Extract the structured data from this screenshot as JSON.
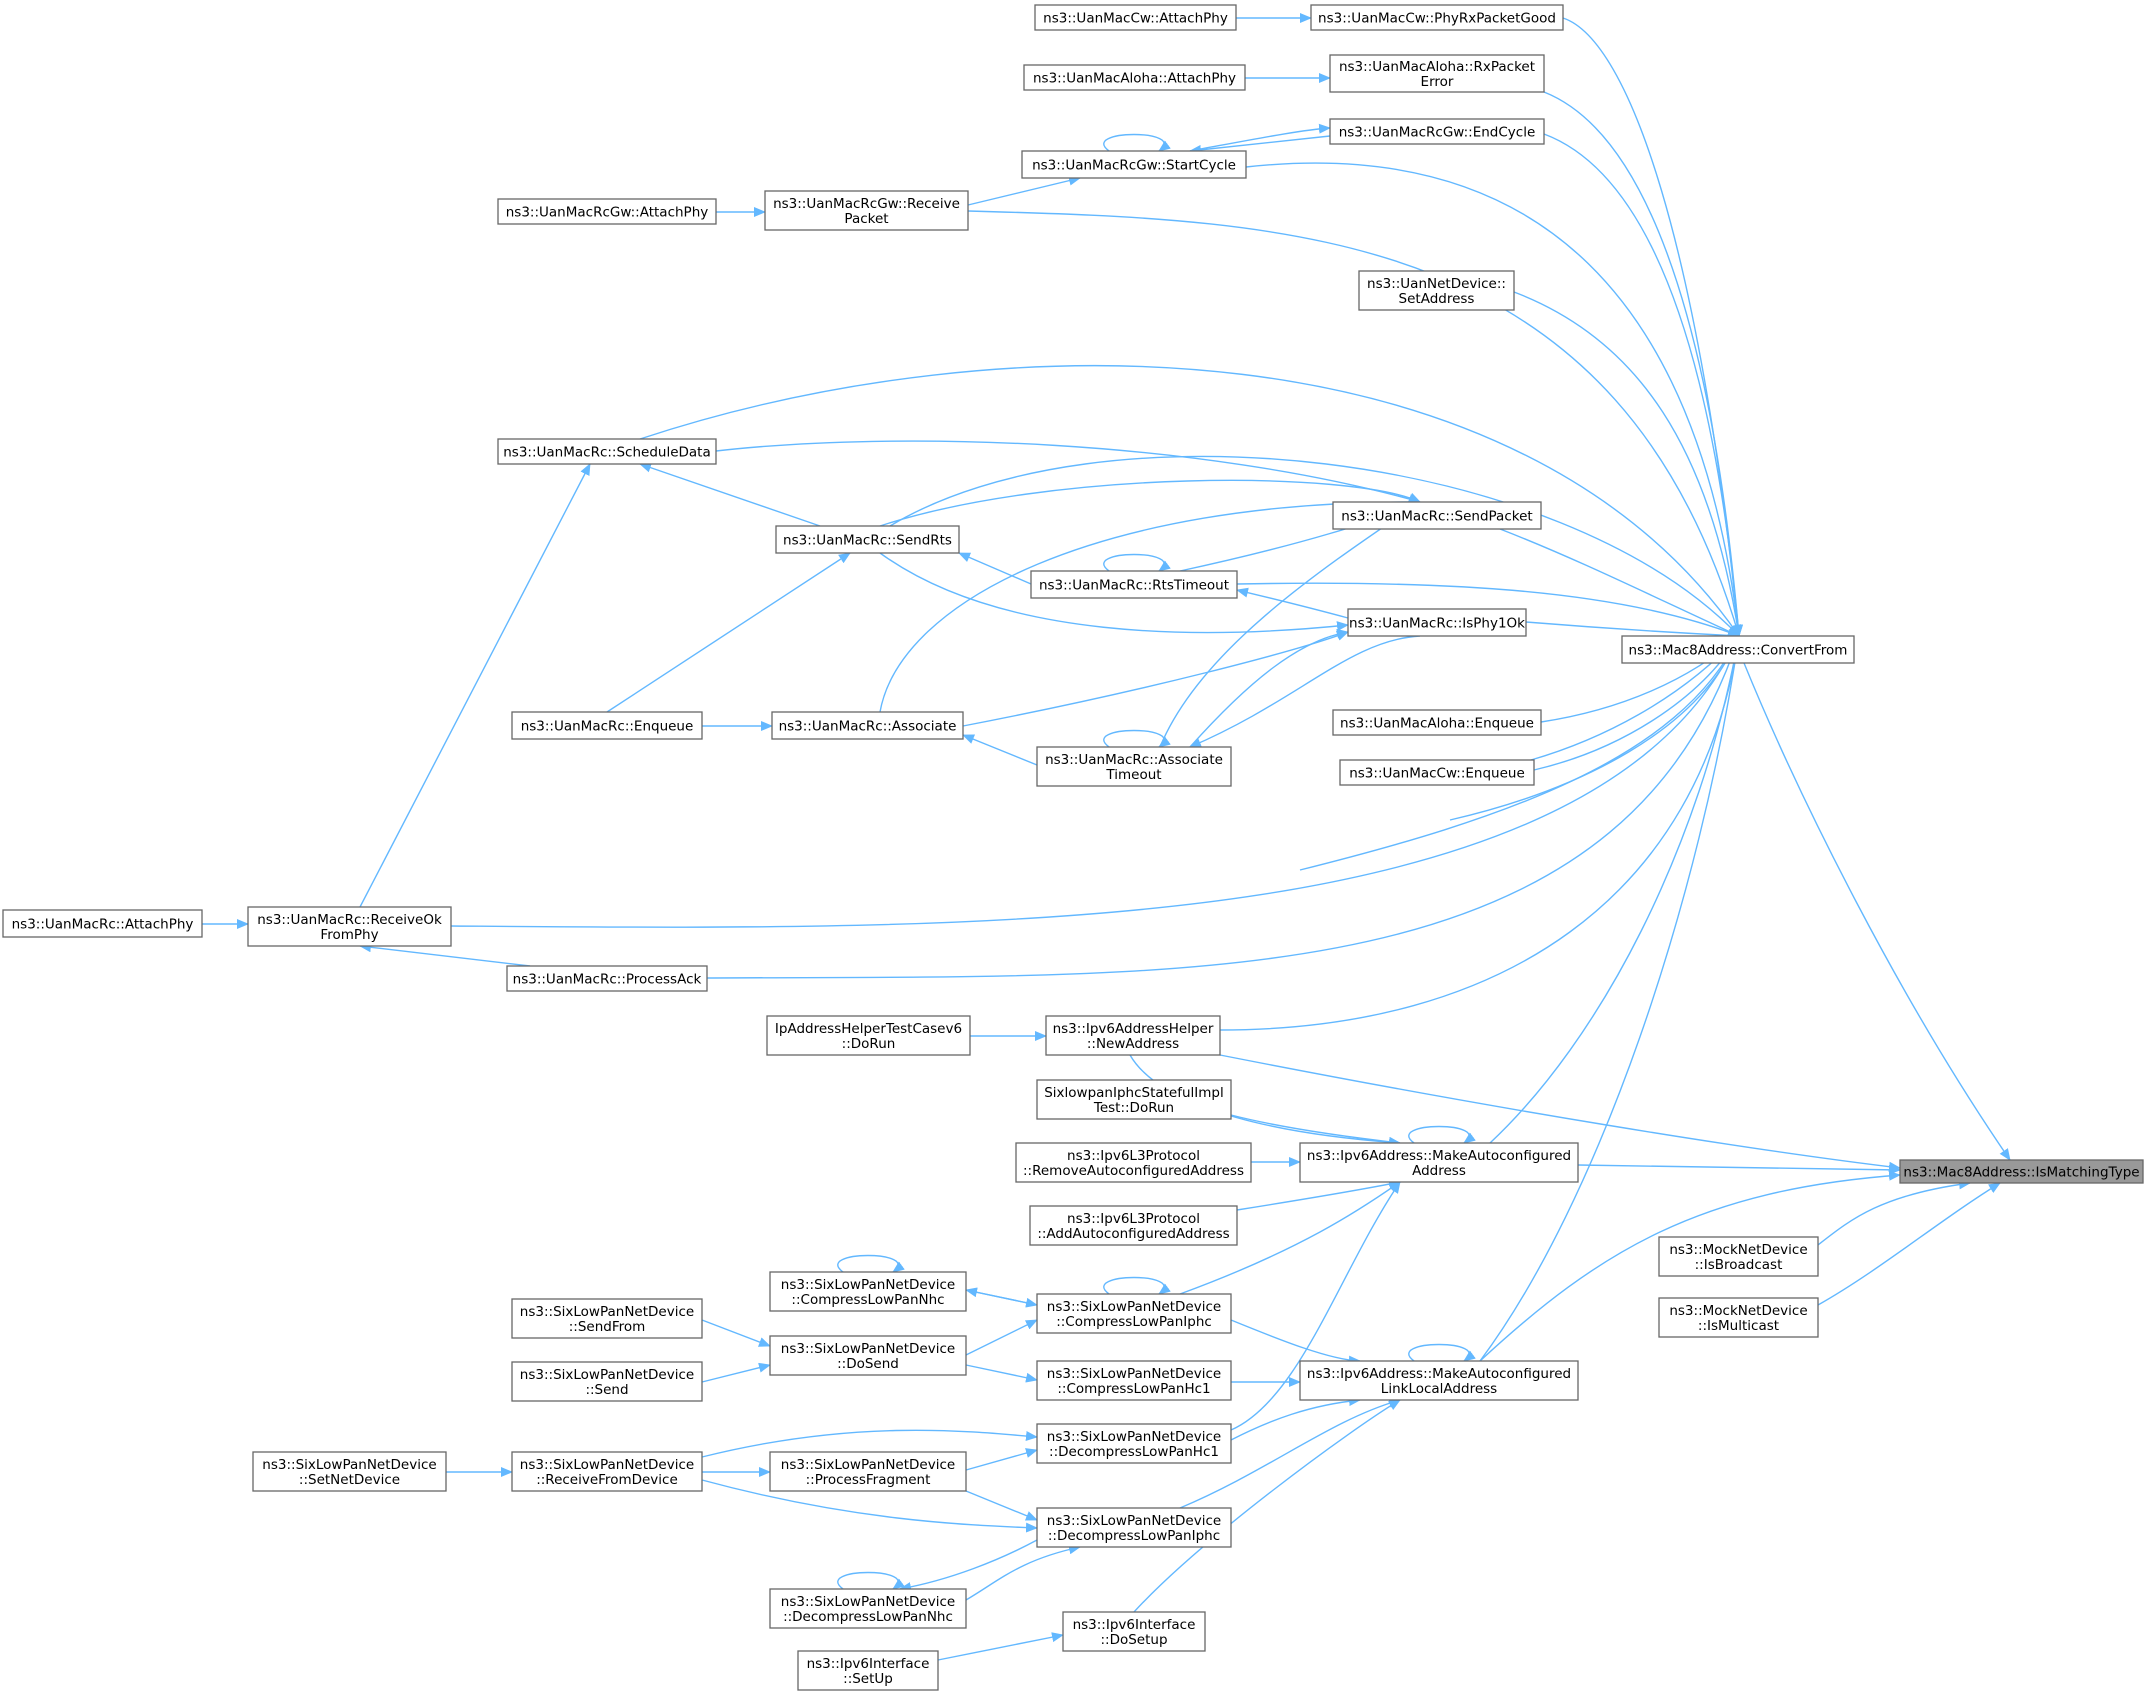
{
  "diagram": {
    "edge_color": "#63b8ff",
    "node_border_color": "#666666",
    "root_fill_color": "#999999",
    "nodes": [
      {
        "id": "n0",
        "lines": [
          "ns3::Mac8Address::IsMatchingType"
        ],
        "root": true
      },
      {
        "id": "n1",
        "lines": [
          "ns3::Mac8Address::ConvertFrom"
        ]
      },
      {
        "id": "n2",
        "lines": [
          "ns3::UanMacCw::PhyRxPacketGood"
        ]
      },
      {
        "id": "n3",
        "lines": [
          "ns3::UanMacCw::AttachPhy"
        ]
      },
      {
        "id": "n4",
        "lines": [
          "ns3::UanMacAloha::RxPacket",
          "Error"
        ]
      },
      {
        "id": "n5",
        "lines": [
          "ns3::UanMacAloha::AttachPhy"
        ]
      },
      {
        "id": "n6",
        "lines": [
          "ns3::UanMacRcGw::EndCycle"
        ]
      },
      {
        "id": "n7",
        "lines": [
          "ns3::UanMacRcGw::StartCycle"
        ]
      },
      {
        "id": "n8",
        "lines": [
          "ns3::UanMacRcGw::Receive",
          "Packet"
        ]
      },
      {
        "id": "n9",
        "lines": [
          "ns3::UanMacRcGw::AttachPhy"
        ]
      },
      {
        "id": "n10",
        "lines": [
          "ns3::UanNetDevice::",
          "SetAddress"
        ]
      },
      {
        "id": "n11",
        "lines": [
          "ns3::UanMacRc::ScheduleData"
        ]
      },
      {
        "id": "n12",
        "lines": [
          "ns3::UanMacRc::SendPacket"
        ]
      },
      {
        "id": "n13",
        "lines": [
          "ns3::UanMacRc::SendRts"
        ]
      },
      {
        "id": "n14",
        "lines": [
          "ns3::UanMacRc::RtsTimeout"
        ]
      },
      {
        "id": "n15",
        "lines": [
          "ns3::UanMacRc::IsPhy1Ok"
        ]
      },
      {
        "id": "n16",
        "lines": [
          "ns3::UanMacRc::Enqueue"
        ]
      },
      {
        "id": "n17",
        "lines": [
          "ns3::UanMacRc::Associate"
        ]
      },
      {
        "id": "n18",
        "lines": [
          "ns3::UanMacAloha::Enqueue"
        ]
      },
      {
        "id": "n19",
        "lines": [
          "ns3::UanMacRc::Associate",
          "Timeout"
        ]
      },
      {
        "id": "n20",
        "lines": [
          "ns3::UanMacCw::Enqueue"
        ]
      },
      {
        "id": "n21",
        "lines": [
          "ns3::UanMacRc::AttachPhy"
        ]
      },
      {
        "id": "n22",
        "lines": [
          "ns3::UanMacRc::ReceiveOk",
          "FromPhy"
        ]
      },
      {
        "id": "n23",
        "lines": [
          "ns3::UanMacRc::ProcessAck"
        ]
      },
      {
        "id": "n24",
        "lines": [
          "IpAddressHelperTestCasev6",
          "::DoRun"
        ]
      },
      {
        "id": "n25",
        "lines": [
          "ns3::Ipv6AddressHelper",
          "::NewAddress"
        ]
      },
      {
        "id": "n26",
        "lines": [
          "SixlowpanIphcStatefulImpl",
          "Test::DoRun"
        ]
      },
      {
        "id": "n27",
        "lines": [
          "ns3::Ipv6L3Protocol",
          "::RemoveAutoconfiguredAddress"
        ]
      },
      {
        "id": "n28",
        "lines": [
          "ns3::Ipv6Address::MakeAutoconfigured",
          "Address"
        ]
      },
      {
        "id": "n29",
        "lines": [
          "ns3::Ipv6L3Protocol",
          "::AddAutoconfiguredAddress"
        ]
      },
      {
        "id": "n30",
        "lines": [
          "ns3::MockNetDevice",
          "::IsBroadcast"
        ]
      },
      {
        "id": "n31",
        "lines": [
          "ns3::MockNetDevice",
          "::IsMulticast"
        ]
      },
      {
        "id": "n32",
        "lines": [
          "ns3::SixLowPanNetDevice",
          "::CompressLowPanNhc"
        ]
      },
      {
        "id": "n33",
        "lines": [
          "ns3::SixLowPanNetDevice",
          "::CompressLowPanIphc"
        ]
      },
      {
        "id": "n34",
        "lines": [
          "ns3::SixLowPanNetDevice",
          "::SendFrom"
        ]
      },
      {
        "id": "n35",
        "lines": [
          "ns3::SixLowPanNetDevice",
          "::DoSend"
        ]
      },
      {
        "id": "n36",
        "lines": [
          "ns3::SixLowPanNetDevice",
          "::Send"
        ]
      },
      {
        "id": "n37",
        "lines": [
          "ns3::SixLowPanNetDevice",
          "::CompressLowPanHc1"
        ]
      },
      {
        "id": "n38",
        "lines": [
          "ns3::Ipv6Address::MakeAutoconfigured",
          "LinkLocalAddress"
        ]
      },
      {
        "id": "n39",
        "lines": [
          "ns3::SixLowPanNetDevice",
          "::DecompressLowPanHc1"
        ]
      },
      {
        "id": "n40",
        "lines": [
          "ns3::SixLowPanNetDevice",
          "::SetNetDevice"
        ]
      },
      {
        "id": "n41",
        "lines": [
          "ns3::SixLowPanNetDevice",
          "::ReceiveFromDevice"
        ]
      },
      {
        "id": "n42",
        "lines": [
          "ns3::SixLowPanNetDevice",
          "::ProcessFragment"
        ]
      },
      {
        "id": "n43",
        "lines": [
          "ns3::SixLowPanNetDevice",
          "::DecompressLowPanIphc"
        ]
      },
      {
        "id": "n44",
        "lines": [
          "ns3::SixLowPanNetDevice",
          "::DecompressLowPanNhc"
        ]
      },
      {
        "id": "n45",
        "lines": [
          "ns3::Ipv6Interface",
          "::DoSetup"
        ]
      },
      {
        "id": "n46",
        "lines": [
          "ns3::Ipv6Interface",
          "::SetUp"
        ]
      }
    ],
    "edges": [
      {
        "from": "n1",
        "to": "n0"
      },
      {
        "from": "n25",
        "to": "n0"
      },
      {
        "from": "n28",
        "to": "n0"
      },
      {
        "from": "n38",
        "to": "n0"
      },
      {
        "from": "n30",
        "to": "n0"
      },
      {
        "from": "n31",
        "to": "n0"
      },
      {
        "from": "n2",
        "to": "n1"
      },
      {
        "from": "n4",
        "to": "n1"
      },
      {
        "from": "n6",
        "to": "n1"
      },
      {
        "from": "n7",
        "to": "n1"
      },
      {
        "from": "n8",
        "to": "n1"
      },
      {
        "from": "n10",
        "to": "n1"
      },
      {
        "from": "n11",
        "to": "n1"
      },
      {
        "from": "n12",
        "to": "n1"
      },
      {
        "from": "n13",
        "to": "n1"
      },
      {
        "from": "n14",
        "to": "n1"
      },
      {
        "from": "n15",
        "to": "n1"
      },
      {
        "from": "n17",
        "to": "n1"
      },
      {
        "from": "n16",
        "to": "n1"
      },
      {
        "from": "n18",
        "to": "n1"
      },
      {
        "from": "n19",
        "to": "n1"
      },
      {
        "from": "n20",
        "to": "n1"
      },
      {
        "from": "n22",
        "to": "n1"
      },
      {
        "from": "n23",
        "to": "n1"
      },
      {
        "from": "n25",
        "to": "n1"
      },
      {
        "from": "n28",
        "to": "n1"
      },
      {
        "from": "n38",
        "to": "n1"
      },
      {
        "from": "n3",
        "to": "n2"
      },
      {
        "from": "n5",
        "to": "n4"
      },
      {
        "from": "n7",
        "to": "n6"
      },
      {
        "from": "n6",
        "to": "n7"
      },
      {
        "from": "n7",
        "to": "n7"
      },
      {
        "from": "n8",
        "to": "n7"
      },
      {
        "from": "n9",
        "to": "n8"
      },
      {
        "from": "n22",
        "to": "n11"
      },
      {
        "from": "n13",
        "to": "n11"
      },
      {
        "from": "n11",
        "to": "n12"
      },
      {
        "from": "n13",
        "to": "n12"
      },
      {
        "from": "n14",
        "to": "n12"
      },
      {
        "from": "n17",
        "to": "n12"
      },
      {
        "from": "n19",
        "to": "n12"
      },
      {
        "from": "n16",
        "to": "n13"
      },
      {
        "from": "n14",
        "to": "n13"
      },
      {
        "from": "n14",
        "to": "n14"
      },
      {
        "from": "n15",
        "to": "n14"
      },
      {
        "from": "n13",
        "to": "n15"
      },
      {
        "from": "n17",
        "to": "n15"
      },
      {
        "from": "n19",
        "to": "n15"
      },
      {
        "from": "n16",
        "to": "n17"
      },
      {
        "from": "n19",
        "to": "n17"
      },
      {
        "from": "n15",
        "to": "n19"
      },
      {
        "from": "n19",
        "to": "n19"
      },
      {
        "from": "n21",
        "to": "n22"
      },
      {
        "from": "n23",
        "to": "n22"
      },
      {
        "from": "n24",
        "to": "n25"
      },
      {
        "from": "n25",
        "to": "n28"
      },
      {
        "from": "n26",
        "to": "n28"
      },
      {
        "from": "n27",
        "to": "n28"
      },
      {
        "from": "n28",
        "to": "n28"
      },
      {
        "from": "n29",
        "to": "n28"
      },
      {
        "from": "n33",
        "to": "n28"
      },
      {
        "from": "n39",
        "to": "n28"
      },
      {
        "from": "n33",
        "to": "n32"
      },
      {
        "from": "n32",
        "to": "n32"
      },
      {
        "from": "n32",
        "to": "n33"
      },
      {
        "from": "n33",
        "to": "n33"
      },
      {
        "from": "n35",
        "to": "n33"
      },
      {
        "from": "n34",
        "to": "n35"
      },
      {
        "from": "n36",
        "to": "n35"
      },
      {
        "from": "n35",
        "to": "n37"
      },
      {
        "from": "n33",
        "to": "n38"
      },
      {
        "from": "n37",
        "to": "n38"
      },
      {
        "from": "n38",
        "to": "n38"
      },
      {
        "from": "n39",
        "to": "n38"
      },
      {
        "from": "n43",
        "to": "n38"
      },
      {
        "from": "n45",
        "to": "n38"
      },
      {
        "from": "n41",
        "to": "n39"
      },
      {
        "from": "n42",
        "to": "n39"
      },
      {
        "from": "n40",
        "to": "n41"
      },
      {
        "from": "n41",
        "to": "n42"
      },
      {
        "from": "n41",
        "to": "n43"
      },
      {
        "from": "n42",
        "to": "n43"
      },
      {
        "from": "n44",
        "to": "n43"
      },
      {
        "from": "n43",
        "to": "n44"
      },
      {
        "from": "n44",
        "to": "n44"
      },
      {
        "from": "n46",
        "to": "n45"
      }
    ]
  }
}
